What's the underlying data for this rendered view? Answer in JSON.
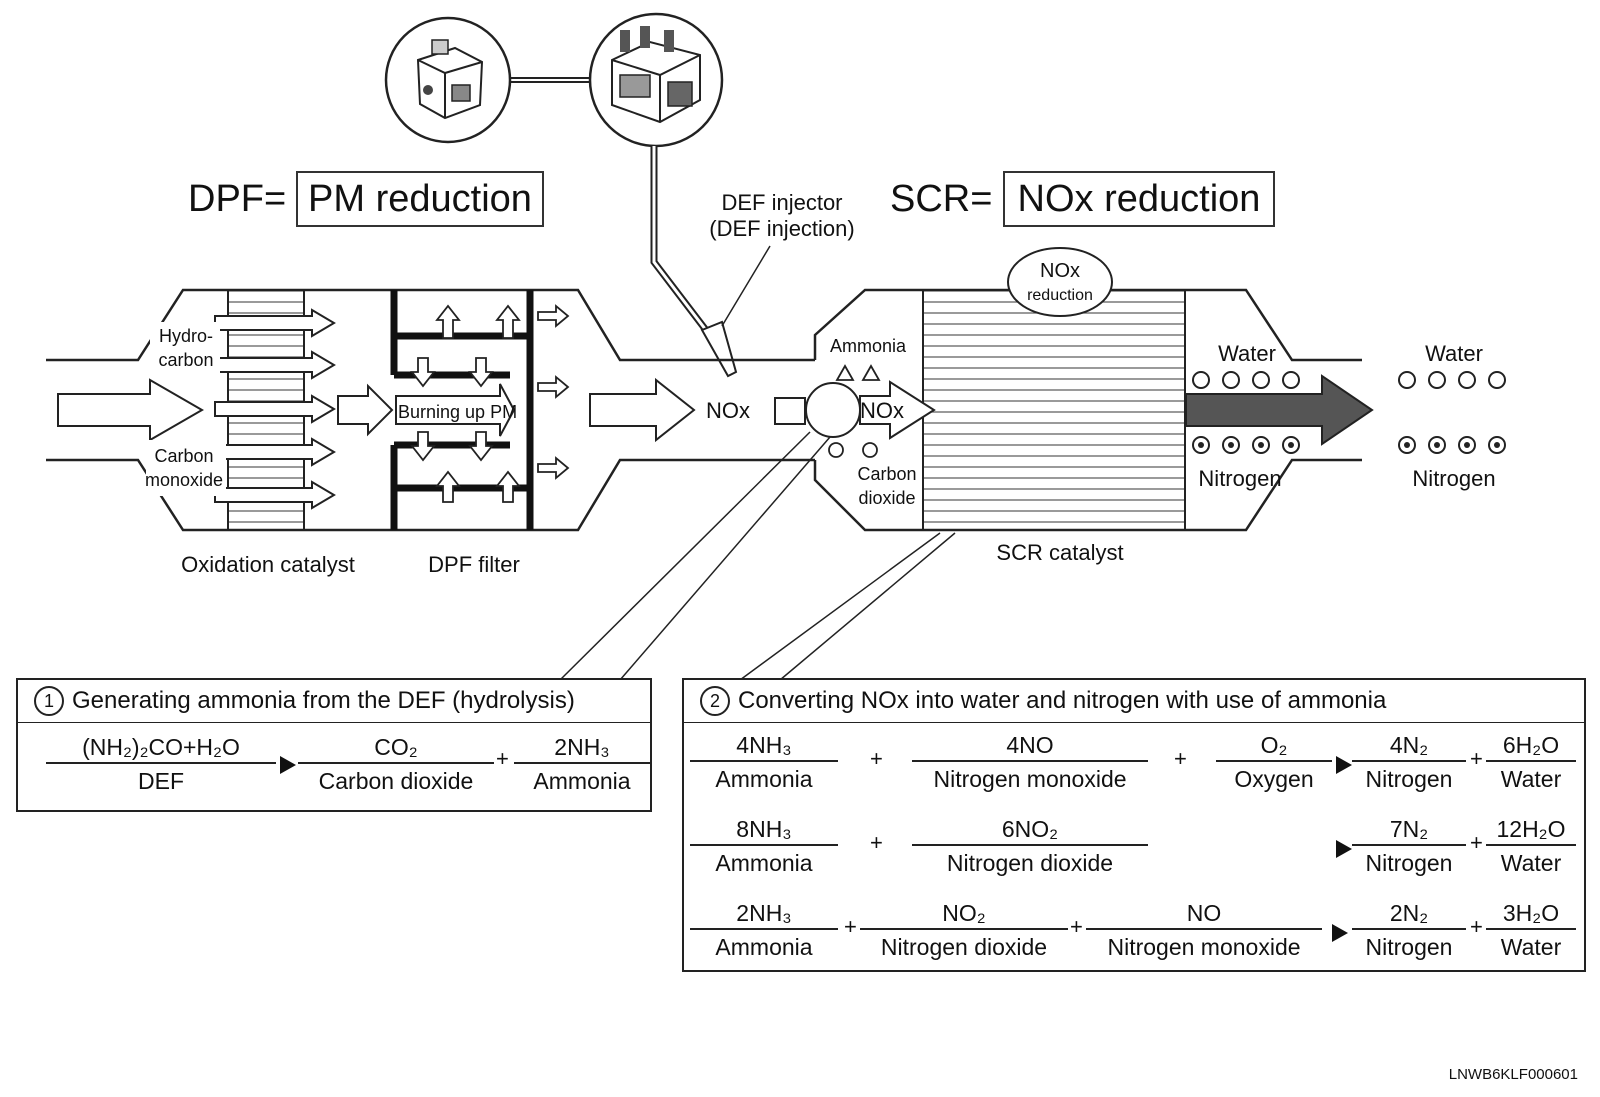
{
  "headings": {
    "dpf_prefix": "DPF=",
    "dpf_boxed": "PM reduction",
    "scr_prefix": "SCR=",
    "scr_boxed": "NOx reduction"
  },
  "labels": {
    "def_injector_line1": "DEF injector",
    "def_injector_line2": "(DEF injection)",
    "hydrocarbon_line1": "Hydro-",
    "hydrocarbon_line2": "carbon",
    "carbon_monoxide_line1": "Carbon",
    "carbon_monoxide_line2": "monoxide",
    "burning_up_pm": "Burning up PM",
    "nox_before_injector": "NOx",
    "nox_in_scr": "NOx",
    "ammonia": "Ammonia",
    "carbon_dioxide_line1": "Carbon",
    "carbon_dioxide_line2": "dioxide",
    "nox_reduction_line1": "NOx",
    "nox_reduction_line2": "reduction",
    "water_inside": "Water",
    "nitrogen_inside": "Nitrogen",
    "water_outside": "Water",
    "nitrogen_outside": "Nitrogen",
    "oxidation_catalyst": "Oxidation catalyst",
    "dpf_filter": "DPF filter",
    "scr_catalyst": "SCR catalyst"
  },
  "box1": {
    "number": "1",
    "title": "Generating ammonia from the DEF (hydrolysis)",
    "terms": [
      {
        "formula": "(NH₂)₂CO+H₂O",
        "name": "DEF"
      },
      {
        "formula": "CO₂",
        "name": "Carbon dioxide"
      },
      {
        "formula": "2NH₃",
        "name": "Ammonia"
      }
    ],
    "plus": "+"
  },
  "box2": {
    "number": "2",
    "title": "Converting NOx into water and nitrogen with use of ammonia",
    "plus": "+",
    "rows": [
      {
        "reactants": [
          {
            "formula": "4NH₃",
            "name": "Ammonia"
          },
          {
            "formula": "4NO",
            "name": "Nitrogen monoxide"
          },
          {
            "formula": "O₂",
            "name": "Oxygen"
          }
        ],
        "products": [
          {
            "formula": "4N₂",
            "name": "Nitrogen"
          },
          {
            "formula": "6H₂O",
            "name": "Water"
          }
        ]
      },
      {
        "reactants": [
          {
            "formula": "8NH₃",
            "name": "Ammonia"
          },
          {
            "formula": "6NO₂",
            "name": "Nitrogen dioxide"
          }
        ],
        "products": [
          {
            "formula": "7N₂",
            "name": "Nitrogen"
          },
          {
            "formula": "12H₂O",
            "name": "Water"
          }
        ]
      },
      {
        "reactants": [
          {
            "formula": "2NH₃",
            "name": "Ammonia"
          },
          {
            "formula": "NO₂",
            "name": "Nitrogen dioxide"
          },
          {
            "formula": "NO",
            "name": "Nitrogen monoxide"
          }
        ],
        "products": [
          {
            "formula": "2N₂",
            "name": "Nitrogen"
          },
          {
            "formula": "3H₂O",
            "name": "Water"
          }
        ]
      }
    ]
  },
  "image_code": "LNWB6KLF000601"
}
